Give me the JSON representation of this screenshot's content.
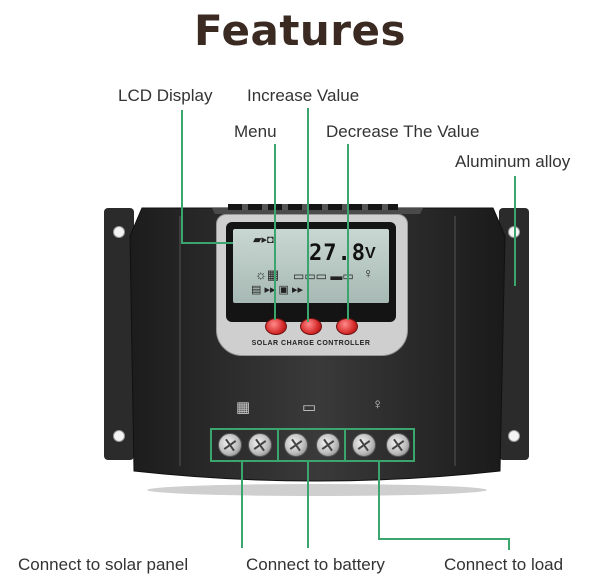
{
  "title": "Features",
  "labels": {
    "lcd_display": "LCD Display",
    "increase_value": "Increase Value",
    "menu": "Menu",
    "decrease_value": "Decrease The Value",
    "aluminum_alloy": "Aluminum alloy",
    "connect_solar": "Connect to solar panel",
    "connect_battery": "Connect to battery",
    "connect_load": "Connect to load"
  },
  "device": {
    "panel_text": "SOLAR CHARGE CONTROLLER",
    "lcd_reading": "27.8",
    "lcd_unit": "V",
    "button_symbols": [
      "◘",
      "▲",
      "▼"
    ]
  },
  "colors": {
    "callout_line": "#3aa56d",
    "button": "#d62a2a",
    "body": "#2a2a2a",
    "lcd": "#b8c9c4"
  },
  "icons": [
    "solar-panel-icon",
    "battery-icon",
    "bulb-icon"
  ]
}
